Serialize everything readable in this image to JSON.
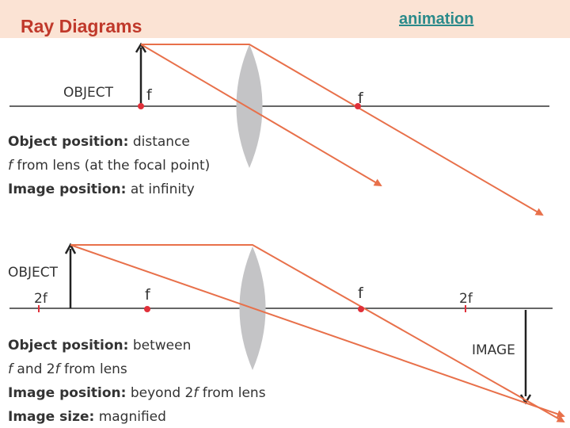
{
  "header": {
    "title": "Ray Diagrams",
    "link_text": "animation",
    "band_color": "#fbe3d4",
    "title_color": "#c0392b",
    "link_color": "#2a8a8a"
  },
  "colors": {
    "ray": "#e8704a",
    "lens": "#c4c4c6",
    "focal_point": "#e0303a",
    "axis": "#333333"
  },
  "diagram1": {
    "object_label": "OBJECT",
    "focal_label_left": "f",
    "focal_label_right": "f",
    "lines": [
      {
        "label": "Object position:",
        "text_parts": [
          "distance"
        ]
      },
      {
        "label": "",
        "text_parts": [
          "f",
          " from lens (at the focal point)"
        ]
      },
      {
        "label": "Image position:",
        "text_parts": [
          "at infinity"
        ]
      }
    ]
  },
  "diagram2": {
    "object_label": "OBJECT",
    "image_label": "IMAGE",
    "label_2f_left": "2f",
    "label_f_left": "f",
    "label_f_right": "f",
    "label_2f_right": "2f",
    "lines": [
      {
        "label": "Object position:",
        "text": "between"
      },
      {
        "f1": "f",
        "mid": " and 2",
        "f2": "f",
        "rest": " from lens"
      },
      {
        "label": "Image position:",
        "pre": "beyond 2",
        "f": "f",
        "post": " from lens"
      },
      {
        "label": "Image size:",
        "text": "magnified"
      }
    ]
  }
}
